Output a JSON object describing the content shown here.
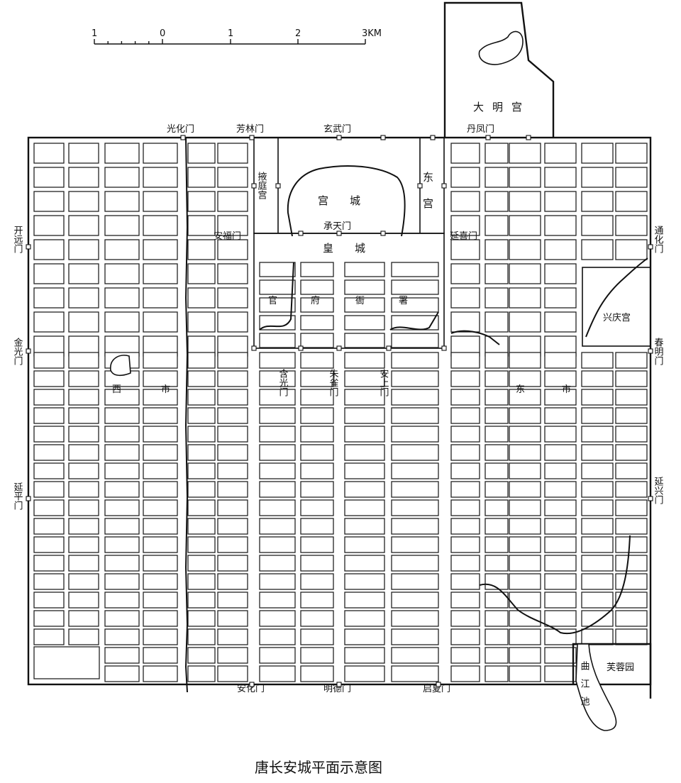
{
  "scale_bar": {
    "ticks": [
      "1",
      "0",
      "1",
      "2",
      "3KM"
    ]
  },
  "palaces": {
    "daming": "大明宫",
    "palace_city": "宫城",
    "imperial_city": "皇城",
    "yeting": "掖庭宫",
    "east_palace": "东宫",
    "xingqing": "兴庆宫",
    "furong": "芙蓉园"
  },
  "markets": {
    "west": [
      "西",
      "市"
    ],
    "east": [
      "东",
      "市"
    ]
  },
  "offices": [
    "官",
    "府",
    "衙",
    "署"
  ],
  "water": {
    "qujiang": "曲江池"
  },
  "gates": {
    "north": [
      "光化门",
      "芳林门",
      "玄武门",
      "丹凤门"
    ],
    "south": [
      "安化门",
      "明德门",
      "启夏门"
    ],
    "west": [
      "开远门",
      "金光门",
      "延平门"
    ],
    "east": [
      "通化门",
      "春明门",
      "延兴门"
    ],
    "inner": [
      "承天门",
      "安福门",
      "延喜门",
      "含光门",
      "朱雀门",
      "安上门"
    ]
  },
  "caption": "唐长安城平面示意图"
}
